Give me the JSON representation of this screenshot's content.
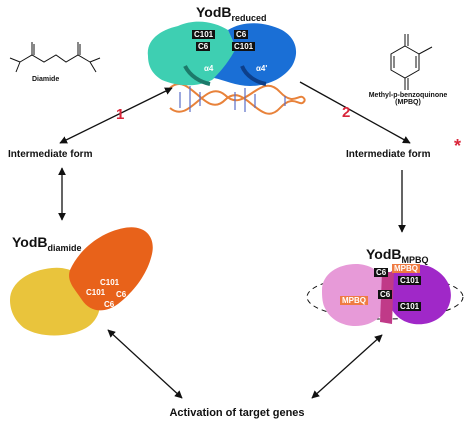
{
  "diagram": {
    "top_protein": {
      "name": "YodB",
      "sub": "reduced",
      "labels": [
        "C101",
        "C6",
        "C101",
        "C6"
      ],
      "helices": [
        "α4",
        "α4'"
      ]
    },
    "diamide": {
      "name": "Diamide"
    },
    "mpbq": {
      "name_line1": "Methyl-p-benzoquinone",
      "name_line2": "(MPBQ)"
    },
    "steps": {
      "left": "1",
      "right": "2"
    },
    "intermediate_left": "Intermediate form",
    "intermediate_right": "Intermediate form",
    "asterisk": "*",
    "left_protein": {
      "name": "YodB",
      "sub": "diamide",
      "labels": [
        "C101",
        "C101",
        "C6",
        "C6"
      ]
    },
    "right_protein": {
      "name": "YodB",
      "sub": "MPBQ",
      "labels": [
        "C6",
        "C101",
        "C6",
        "C101"
      ],
      "tags": [
        "MPBQ",
        "MPBQ"
      ]
    },
    "bottom": "Activation of target genes",
    "colors": {
      "reduced_a": "#3ecfb2",
      "reduced_b": "#1a6fd6",
      "dna": "#e8823a",
      "diamide_a": "#e9c43c",
      "diamide_b": "#e8621a",
      "mpbq_a": "#e79ad8",
      "mpbq_b": "#a028c8",
      "tag": "#ef7b42",
      "red": "#d9263a"
    }
  }
}
